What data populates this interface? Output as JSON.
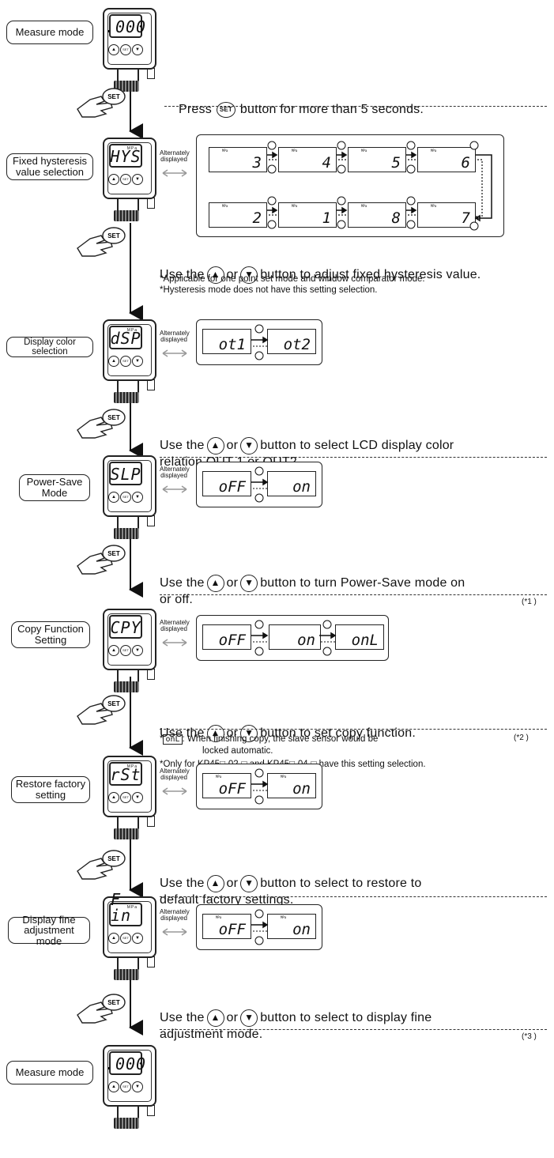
{
  "steps": [
    {
      "label": "Measure mode",
      "display": ".000"
    },
    {
      "label": "Fixed hysteresis\nvalue selection",
      "display": "HYS",
      "unit": "MPa",
      "alternate": "Alternately\ndisplayed"
    },
    {
      "label": "Display color selection",
      "display": "dSP",
      "unit": "MPa",
      "alternate": "Alternately\ndisplayed"
    },
    {
      "label": "Power-Save\nMode",
      "display": "SLP",
      "alternate": "Alternately\ndisplayed"
    },
    {
      "label": "Copy Function\nSetting",
      "display": "CPY",
      "alternate": "Alternately\ndisplayed"
    },
    {
      "label": "Restore factory\nsetting",
      "display": "rSt",
      "unit": "MPa",
      "alternate": "Alternately\ndisplayed"
    },
    {
      "label": "Display fine\nadjustment mode",
      "display": "F in",
      "unit": "MPa",
      "alternate": "Alternately\ndisplayed"
    },
    {
      "label": "Measure mode",
      "display": ".000"
    }
  ],
  "device": {
    "up_icon": "▲",
    "set_label": "SET",
    "down_icon": "▼",
    "unit": "MPa"
  },
  "hand_label": "SET",
  "press_instruction": {
    "before": "Press",
    "set": "SET",
    "after": "button for more than 5 seconds."
  },
  "hysteresis_values": {
    "top": [
      "3",
      "4",
      "5",
      "6"
    ],
    "bottom": [
      "2",
      "1",
      "8",
      "7"
    ]
  },
  "color_options": [
    "ot1",
    "ot2"
  ],
  "power_options": [
    "oFF",
    "on"
  ],
  "copy_options": [
    "oFF",
    "on",
    "onL"
  ],
  "restore_options": [
    "oFF",
    "on"
  ],
  "fine_options": [
    "oFF",
    "on"
  ],
  "instructions": {
    "hys": {
      "a": "Use the",
      "or": "or",
      "b": "button to adjust fixed hysteresis value."
    },
    "hys_notes": "*Applicable for one point set mode and window comparator mode.\n*Hysteresis mode does not have this setting selection.",
    "dsp": {
      "a": "Use the",
      "or": "or",
      "b": "button to select LCD display color",
      "c": "relation OUT 1 or OUT2."
    },
    "slp": {
      "a": "Use the",
      "or": "or",
      "b": "button to turn Power-Save mode on",
      "c": "or off."
    },
    "cpy": {
      "a": "Use the",
      "or": "or",
      "b": "button to set copy function."
    },
    "cpy_note_code": "onL",
    "cpy_note_1": ": When finishing copy, the slave sensor would be",
    "cpy_note_2": "locked automatic.",
    "cpy_note_3": "*Only for KP45□-02-□ and KP45□-04-□ have this setting selection.",
    "rst": {
      "a": "Use the",
      "or": "or",
      "b": "button to select to restore to",
      "c": "default factory settings."
    },
    "fin": {
      "a": "Use the",
      "or": "or",
      "b": "button to select to display fine",
      "c": "adjustment mode."
    }
  },
  "refs": {
    "r1": "(*1 )",
    "r2": "(*2 )",
    "r3": "(*3 )"
  }
}
